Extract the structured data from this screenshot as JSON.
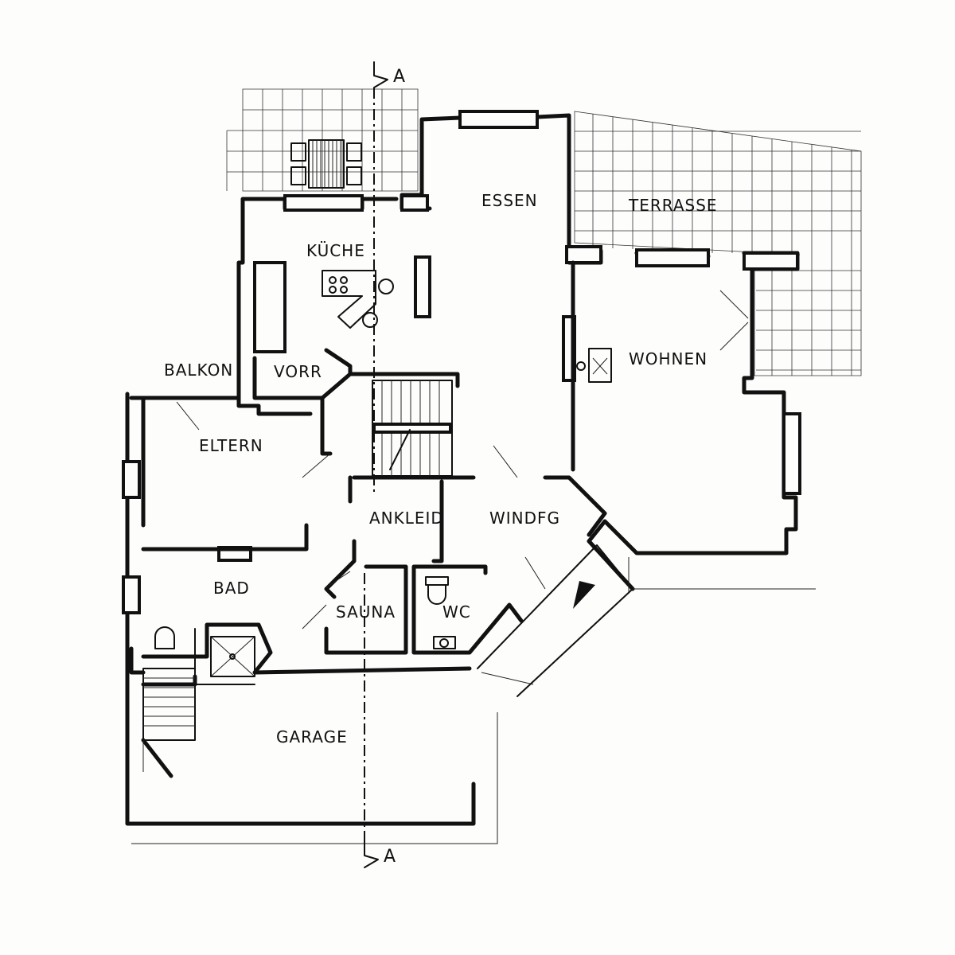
{
  "rooms": {
    "kuche": "KÜCHE",
    "essen": "ESSEN",
    "terrasse": "TERRASSE",
    "wohnen": "WOHNEN",
    "balkon": "BALKON",
    "vorr": "VORR",
    "eltern": "ELTERN",
    "ankleid": "ANKLEID",
    "windfg": "WINDFG",
    "bad": "BAD",
    "sauna": "SAUNA",
    "wc": "WC",
    "garage": "GARAGE"
  },
  "section_marker": {
    "top": "A",
    "bottom": "A"
  }
}
